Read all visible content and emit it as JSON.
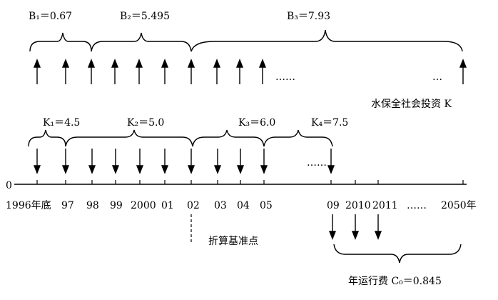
{
  "benefits": {
    "b1": "B₁＝0.67",
    "b2": "B₂＝5.495",
    "b3": "B₃＝7.93",
    "dots_left": "……",
    "dots_right": "…",
    "caption": "水保全社会投资 K"
  },
  "investments": {
    "k1": "K₁＝4.5",
    "k2": "K₂＝5.0",
    "k3": "K₃＝6.0",
    "k4": "K₄＝7.5",
    "dots": "……"
  },
  "axis": {
    "zero": "0",
    "ticks": [
      "1996年底",
      "97",
      "98",
      "99",
      "2000",
      "01",
      "02",
      "03",
      "04",
      "05",
      "09",
      "2010",
      "2011",
      "……",
      "2050年"
    ],
    "base_point": "折算基准点"
  },
  "operating_cost": {
    "label": "年运行费 C₀＝0.845"
  },
  "colors": {
    "ink": "#000000",
    "background": "#ffffff"
  }
}
